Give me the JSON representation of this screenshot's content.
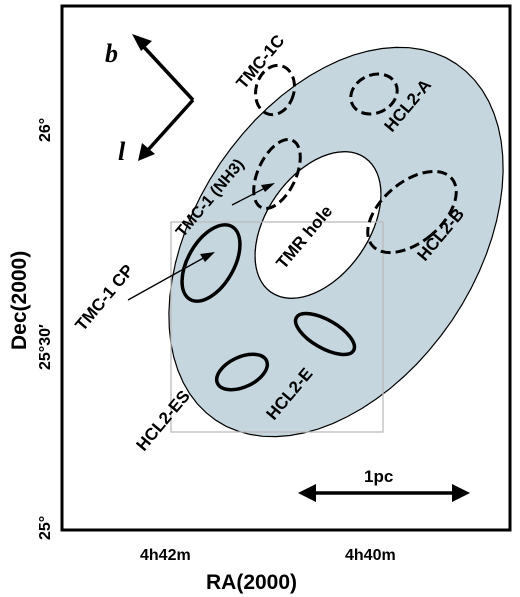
{
  "labels": {
    "tmc1c": "TMC-1C",
    "hcl2a": "HCL2-A",
    "tmc1nh3": "TMC-1 (NH3)",
    "hcl2b": "HCL2-B",
    "tmrhole": "TMR hole",
    "tmc1cp": "TMC-1 CP",
    "hcl2e": "HCL2-E",
    "hcl2es": "HCL2-ES",
    "scale": "1pc"
  },
  "axes": {
    "xlabel": "RA(2000)",
    "ylabel": "Dec(2000)",
    "xticks": [
      "4h42m",
      "4h40m"
    ],
    "yticks": [
      "26°",
      "25°30′",
      "25°"
    ]
  },
  "compass": {
    "b": "b",
    "l": "l"
  },
  "colors": {
    "ring": "#c6d6de",
    "ink": "#000000",
    "box": "#bbbbbb"
  }
}
